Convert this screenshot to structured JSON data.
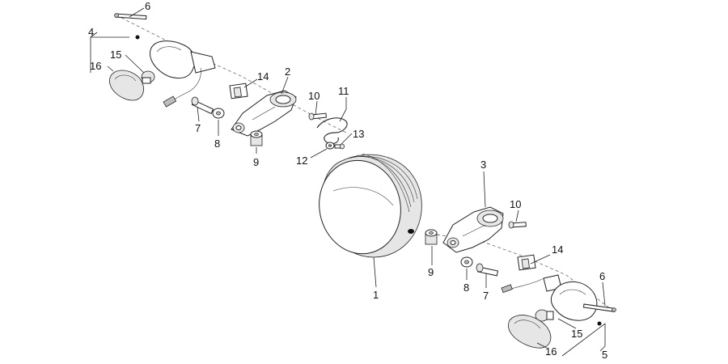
{
  "diagram": {
    "callouts": [
      {
        "id": "c6a",
        "text": "6"
      },
      {
        "id": "c4",
        "text": "4"
      },
      {
        "id": "c15a",
        "text": "15"
      },
      {
        "id": "c16a",
        "text": "16"
      },
      {
        "id": "c14a",
        "text": "14"
      },
      {
        "id": "c2",
        "text": "2"
      },
      {
        "id": "c10a",
        "text": "10"
      },
      {
        "id": "c11",
        "text": "11"
      },
      {
        "id": "c7a",
        "text": "7"
      },
      {
        "id": "c8a",
        "text": "8"
      },
      {
        "id": "c9a",
        "text": "9"
      },
      {
        "id": "c13",
        "text": "13"
      },
      {
        "id": "c12",
        "text": "12"
      },
      {
        "id": "c3",
        "text": "3"
      },
      {
        "id": "c10b",
        "text": "10"
      },
      {
        "id": "c9b",
        "text": "9"
      },
      {
        "id": "c1",
        "text": "1"
      },
      {
        "id": "c8b",
        "text": "8"
      },
      {
        "id": "c7b",
        "text": "7"
      },
      {
        "id": "c14b",
        "text": "14"
      },
      {
        "id": "c6b",
        "text": "6"
      },
      {
        "id": "c15b",
        "text": "15"
      },
      {
        "id": "c16b",
        "text": "16"
      },
      {
        "id": "c5",
        "text": "5"
      }
    ]
  }
}
